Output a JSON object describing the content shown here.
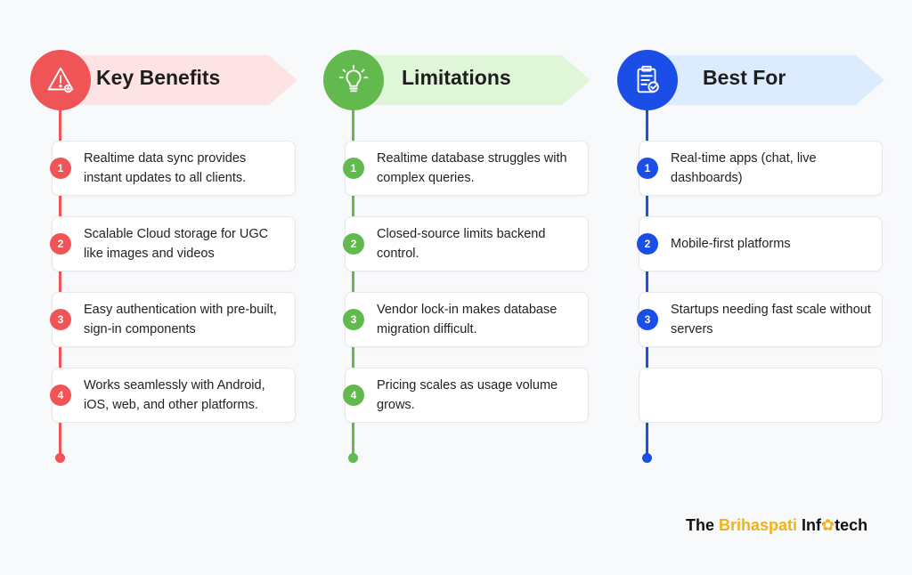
{
  "colors": {
    "benefits": "#ef5456",
    "limitations": "#62b94e",
    "best_for": "#1b4ee6",
    "brand_accent": "#f2b21b"
  },
  "columns": [
    {
      "title": "Key Benefits",
      "icon": "alert-lightbulb-icon",
      "items": [
        {
          "num": "1",
          "text": "Realtime data sync provides instant updates to all clients."
        },
        {
          "num": "2",
          "text": "Scalable Cloud storage for UGC like images and videos"
        },
        {
          "num": "3",
          "text": "Easy authentication with pre-built, sign-in components"
        },
        {
          "num": "4",
          "text": "Works seamlessly with Android, iOS, web, and other platforms."
        }
      ]
    },
    {
      "title": "Limitations",
      "icon": "lightbulb-icon",
      "items": [
        {
          "num": "1",
          "text": "Realtime database struggles with complex queries."
        },
        {
          "num": "2",
          "text": "Closed-source limits backend control."
        },
        {
          "num": "3",
          "text": "Vendor lock-in makes database migration difficult."
        },
        {
          "num": "4",
          "text": "Pricing scales as usage volume grows."
        }
      ]
    },
    {
      "title": "Best For",
      "icon": "clipboard-check-icon",
      "items": [
        {
          "num": "1",
          "text": "Real-time apps (chat, live dashboards)"
        },
        {
          "num": "2",
          "text": "Mobile-first platforms"
        },
        {
          "num": "3",
          "text": "Startups needing fast scale without servers"
        },
        {
          "num": "",
          "text": ""
        }
      ]
    }
  ],
  "brand": {
    "part1": "The ",
    "part2": "Brihaspati",
    "part3": " Inf",
    "gear": "✿",
    "part4": "tech"
  }
}
